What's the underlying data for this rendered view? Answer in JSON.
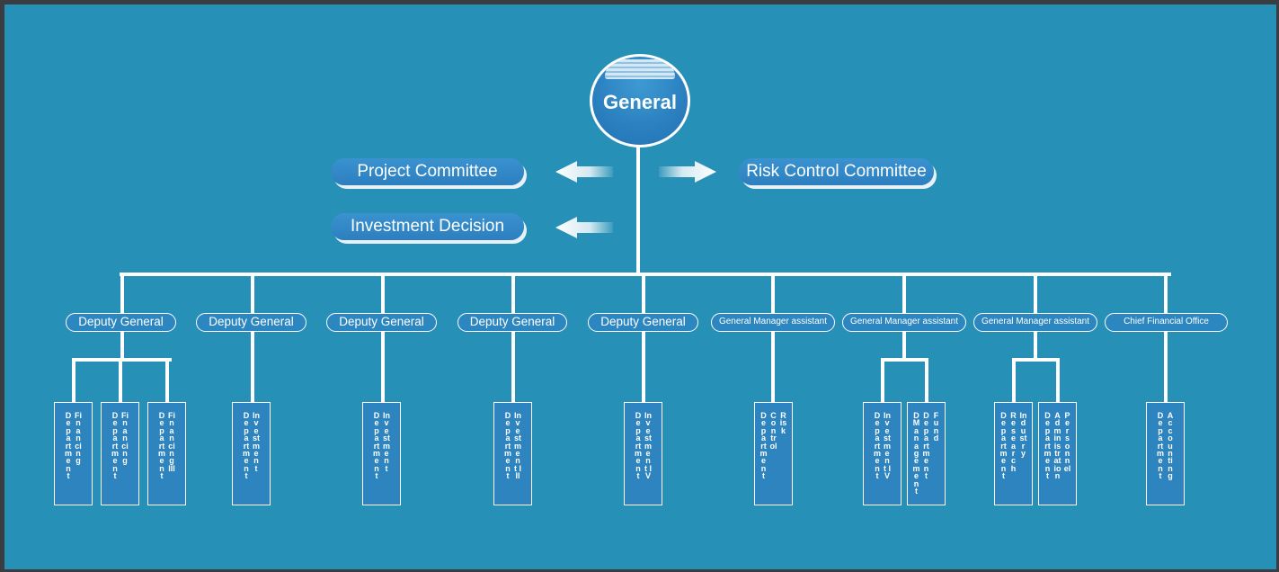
{
  "top": {
    "general": "General"
  },
  "committees": {
    "project": "Project Committee",
    "risk": "Risk Control Committee",
    "investment": "Investment Decision"
  },
  "level2": [
    "Deputy General",
    "Deputy General",
    "Deputy General",
    "Deputy General",
    "Deputy General",
    "General Manager assistant",
    "General Manager assistant",
    "General Manager assistant",
    "Chief Financial Office"
  ],
  "departments": [
    {
      "cols": [
        "Department",
        "Financing"
      ]
    },
    {
      "cols": [
        "Department",
        "Financing"
      ]
    },
    {
      "cols": [
        "Department",
        "Financing III"
      ]
    },
    {
      "cols": [
        "Department",
        "Investment"
      ]
    },
    {
      "cols": [
        "Department",
        "Investment"
      ]
    },
    {
      "cols": [
        "Department",
        "Investment III"
      ]
    },
    {
      "cols": [
        "Department",
        "Investment IV"
      ]
    },
    {
      "cols": [
        "Department",
        "Control",
        "Risk"
      ]
    },
    {
      "cols": [
        "Department",
        "Investment IV"
      ]
    },
    {
      "cols": [
        "DManagement",
        "Department",
        "Fund"
      ]
    },
    {
      "cols": [
        "Department",
        "Research",
        "Industry"
      ]
    },
    {
      "cols": [
        "Department",
        "Administration",
        "Personnel"
      ]
    },
    {
      "cols": [
        "Department",
        "Accounting"
      ]
    }
  ],
  "colors": {
    "background": "#2690b7",
    "lines": "#ffffff",
    "box": "#2e84be"
  }
}
